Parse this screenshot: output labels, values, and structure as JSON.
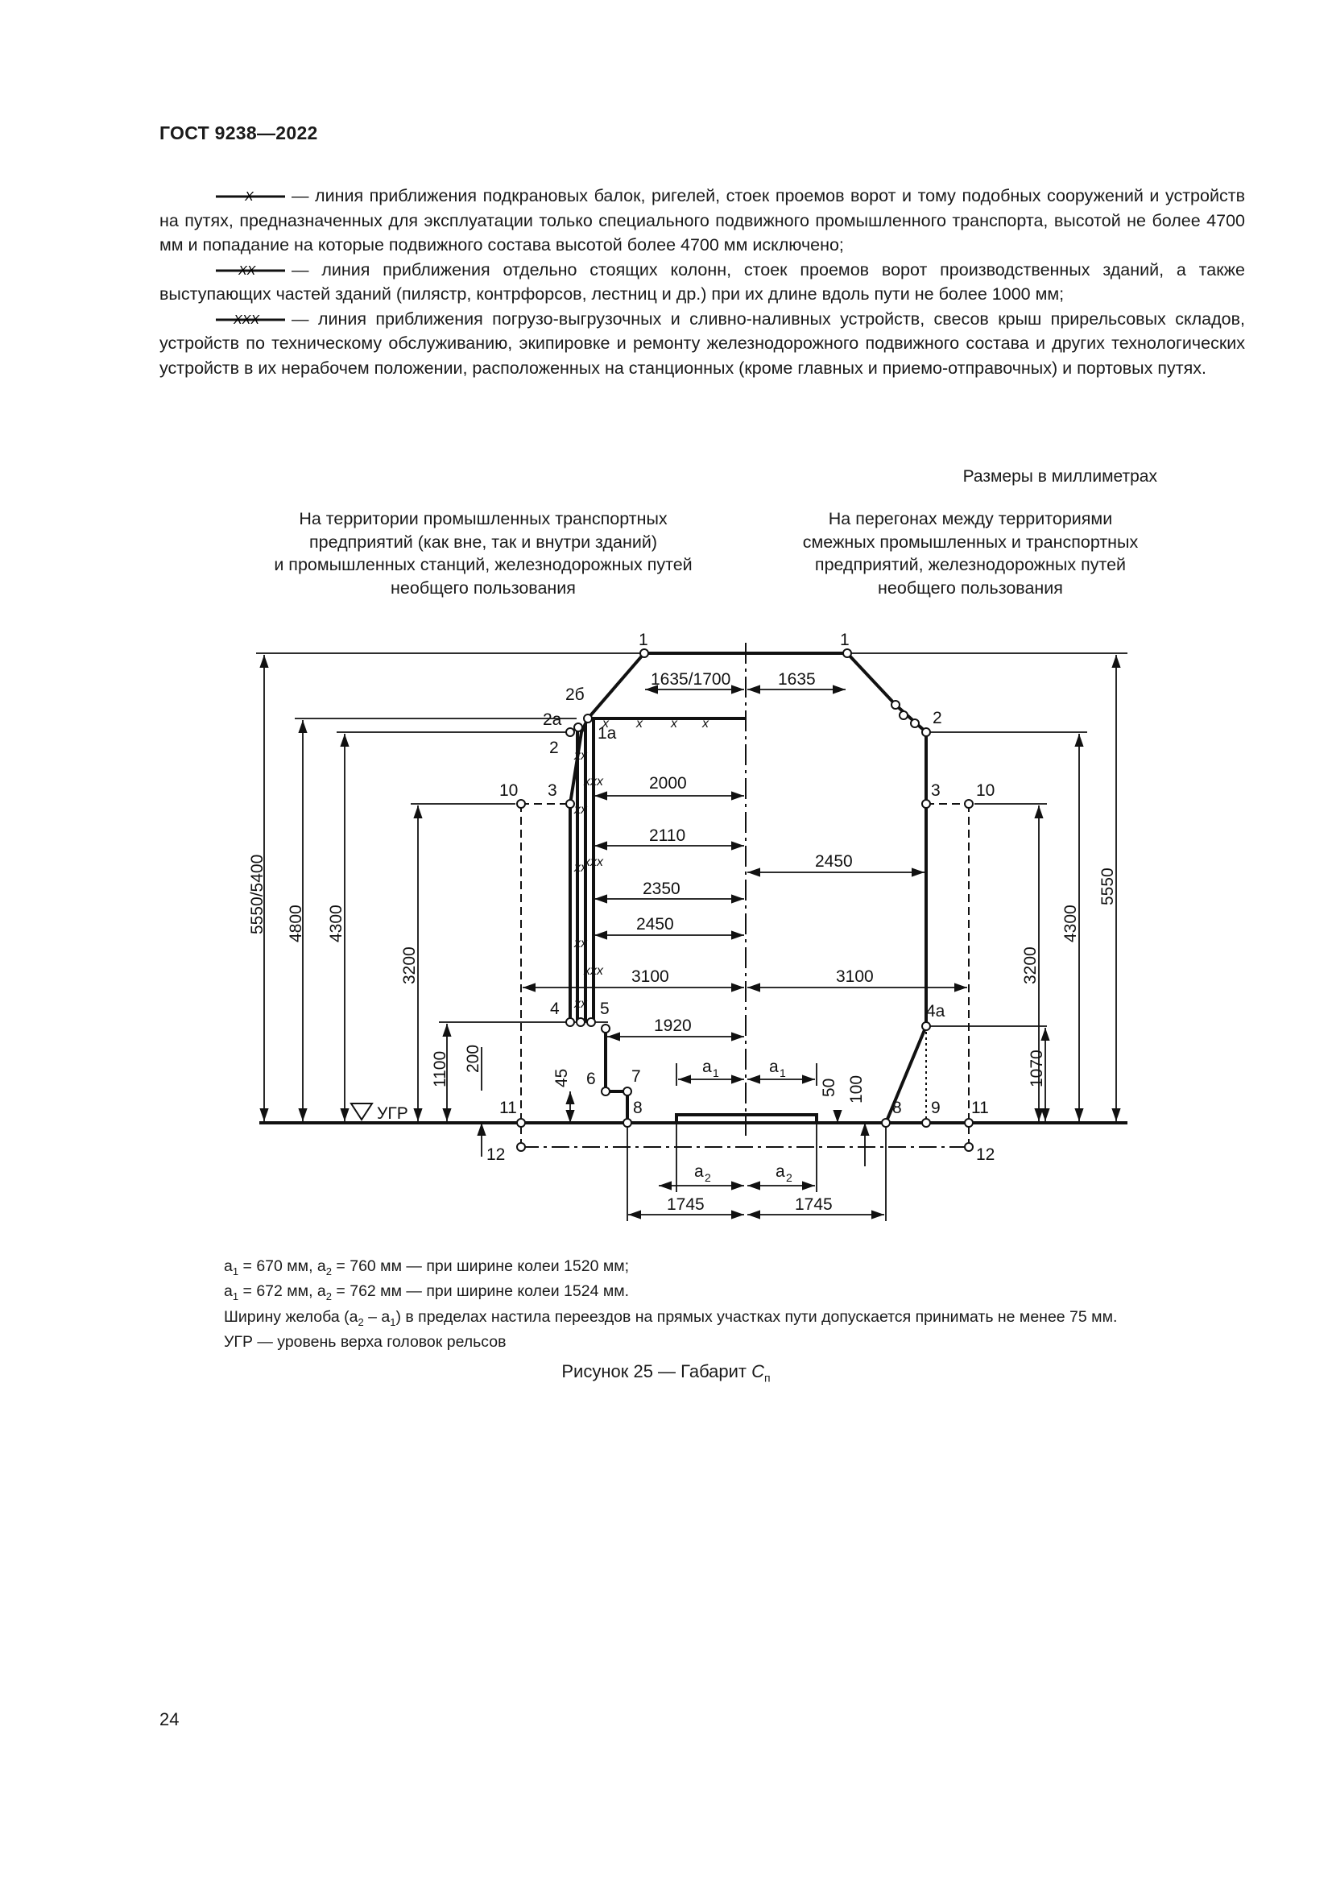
{
  "header": {
    "doc_id": "ГОСТ 9238—2022"
  },
  "legend": [
    {
      "symbol_marks": "X",
      "text": "— линия приближения подкрановых балок, ригелей, стоек проемов ворот и тому подобных сооружений и устройств на путях, предназначенных для эксплуатации только специального подвижного промышленного транспорта, высотой не более 4700 мм и попадание на которые подвижного состава высотой более 4700 мм исключено;"
    },
    {
      "symbol_marks": "XX",
      "text": "— линия приближения отдельно стоящих колонн, стоек проемов ворот производственных зданий, а также выступающих частей зданий (пилястр, контрфорсов, лестниц и др.) при их длине вдоль пути не более 1000 мм;"
    },
    {
      "symbol_marks": "XXX",
      "text": "— линия приближения погрузо-выгрузочных и сливно-наливных устройств, свесов крыш прирельсовых складов, устройств по техническому обслуживанию, экипировке и ремонту железнодорожного подвижного состава и других технологических устройств в их нерабочем положении, расположенных на станционных (кроме главных и приемо-отправочных) и портовых путях."
    }
  ],
  "figure": {
    "units_note": "Размеры в миллиметрах",
    "left_caption": [
      "На территории промышленных транспортных",
      "предприятий (как вне, так и внутри зданий)",
      "и промышленных станций, железнодорожных путей",
      "необщего пользования"
    ],
    "right_caption": [
      "На перегонах между территориями",
      "смежных промышленных и транспортных",
      "предприятий, железнодорожных путей",
      "необщего пользования"
    ],
    "points": {
      "p1": "1",
      "p2": "2",
      "p2a": "2а",
      "p2b": "2б",
      "p1a": "1а",
      "p3": "3",
      "p4": "4",
      "p4a": "4а",
      "p5": "5",
      "p6": "6",
      "p7": "7",
      "p8": "8",
      "p9": "9",
      "p10": "10",
      "p11": "11",
      "p12": "12"
    },
    "dims": {
      "d1635_1700": "1635/1700",
      "d1635": "1635",
      "d2000": "2000",
      "d2110": "2110",
      "d2450": "2450",
      "d2350": "2350",
      "d3100": "3100",
      "d1920": "1920",
      "d1745": "1745",
      "d5550_5400": "5550/5400",
      "d4800": "4800",
      "d4300": "4300",
      "d3200": "3200",
      "d1100": "1100",
      "d200": "200",
      "d45": "45",
      "d50": "50",
      "d100": "100",
      "d1070": "1070",
      "d5550": "5550",
      "a_letter": "a",
      "sub1": "1",
      "sub2": "2",
      "ugr": "УГР"
    }
  },
  "notes": {
    "line1_a": "a",
    "line1_sub1": "1",
    "line1_mid": " = 670 мм, a",
    "line1_sub2": "2",
    "line1_end": " = 760 мм — при ширине колеи 1520 мм;",
    "line2_a": "a",
    "line2_sub1": "1",
    "line2_mid": " = 672 мм, a",
    "line2_sub2": "2",
    "line2_end": " = 762 мм — при ширине колеи 1524 мм.",
    "line3_start": "Ширину желоба (a",
    "line3_sub2": "2",
    "line3_mid": " – a",
    "line3_sub1": "1",
    "line3_end": ") в пределах настила переездов на прямых участках пути допускается принимать не менее 75 мм.",
    "line4": "УГР — уровень верха головок рельсов"
  },
  "caption": {
    "prefix": "Рисунок 25 — Габарит ",
    "symbol": "C",
    "subscript": "п"
  },
  "page_number": "24"
}
